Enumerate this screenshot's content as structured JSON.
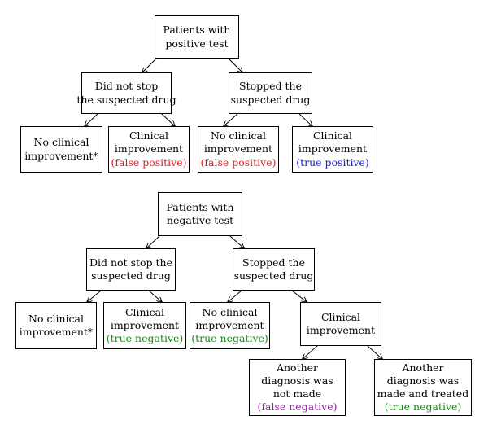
{
  "colors": {
    "false_positive": "#e01b24",
    "true_positive": "#1a1ad6",
    "true_negative": "#1b8a1b",
    "false_negative": "#9a1fa8"
  },
  "positive_tree": {
    "root": [
      "Patients with",
      "positive test"
    ],
    "left": [
      "Did not stop",
      "the suspected drug"
    ],
    "right": [
      "Stopped the",
      "suspected drug"
    ],
    "ll": [
      "No clinical",
      "improvement*"
    ],
    "lr": [
      "Clinical",
      "improvement"
    ],
    "lr_tag": "(false positive)",
    "rl": [
      "No clinical",
      "improvement"
    ],
    "rl_tag": "(false positive)",
    "rr": [
      "Clinical",
      "improvement"
    ],
    "rr_tag": "(true positive)"
  },
  "negative_tree": {
    "root": [
      "Patients with",
      "negative test"
    ],
    "left": [
      "Did not stop the",
      "suspected drug"
    ],
    "right": [
      "Stopped the",
      "suspected drug"
    ],
    "ll": [
      "No clinical",
      "improvement*"
    ],
    "lr": [
      "Clinical",
      "improvement"
    ],
    "lr_tag": "(true negative)",
    "rl": [
      "No clinical",
      "improvement"
    ],
    "rl_tag": "(true negative)",
    "rr": [
      "Clinical",
      "improvement"
    ],
    "rrl": [
      "Another",
      "diagnosis was",
      "not made"
    ],
    "rrl_tag": "(false negative)",
    "rrr": [
      "Another",
      "diagnosis was",
      "made and treated"
    ],
    "rrr_tag": "(true negative)"
  }
}
